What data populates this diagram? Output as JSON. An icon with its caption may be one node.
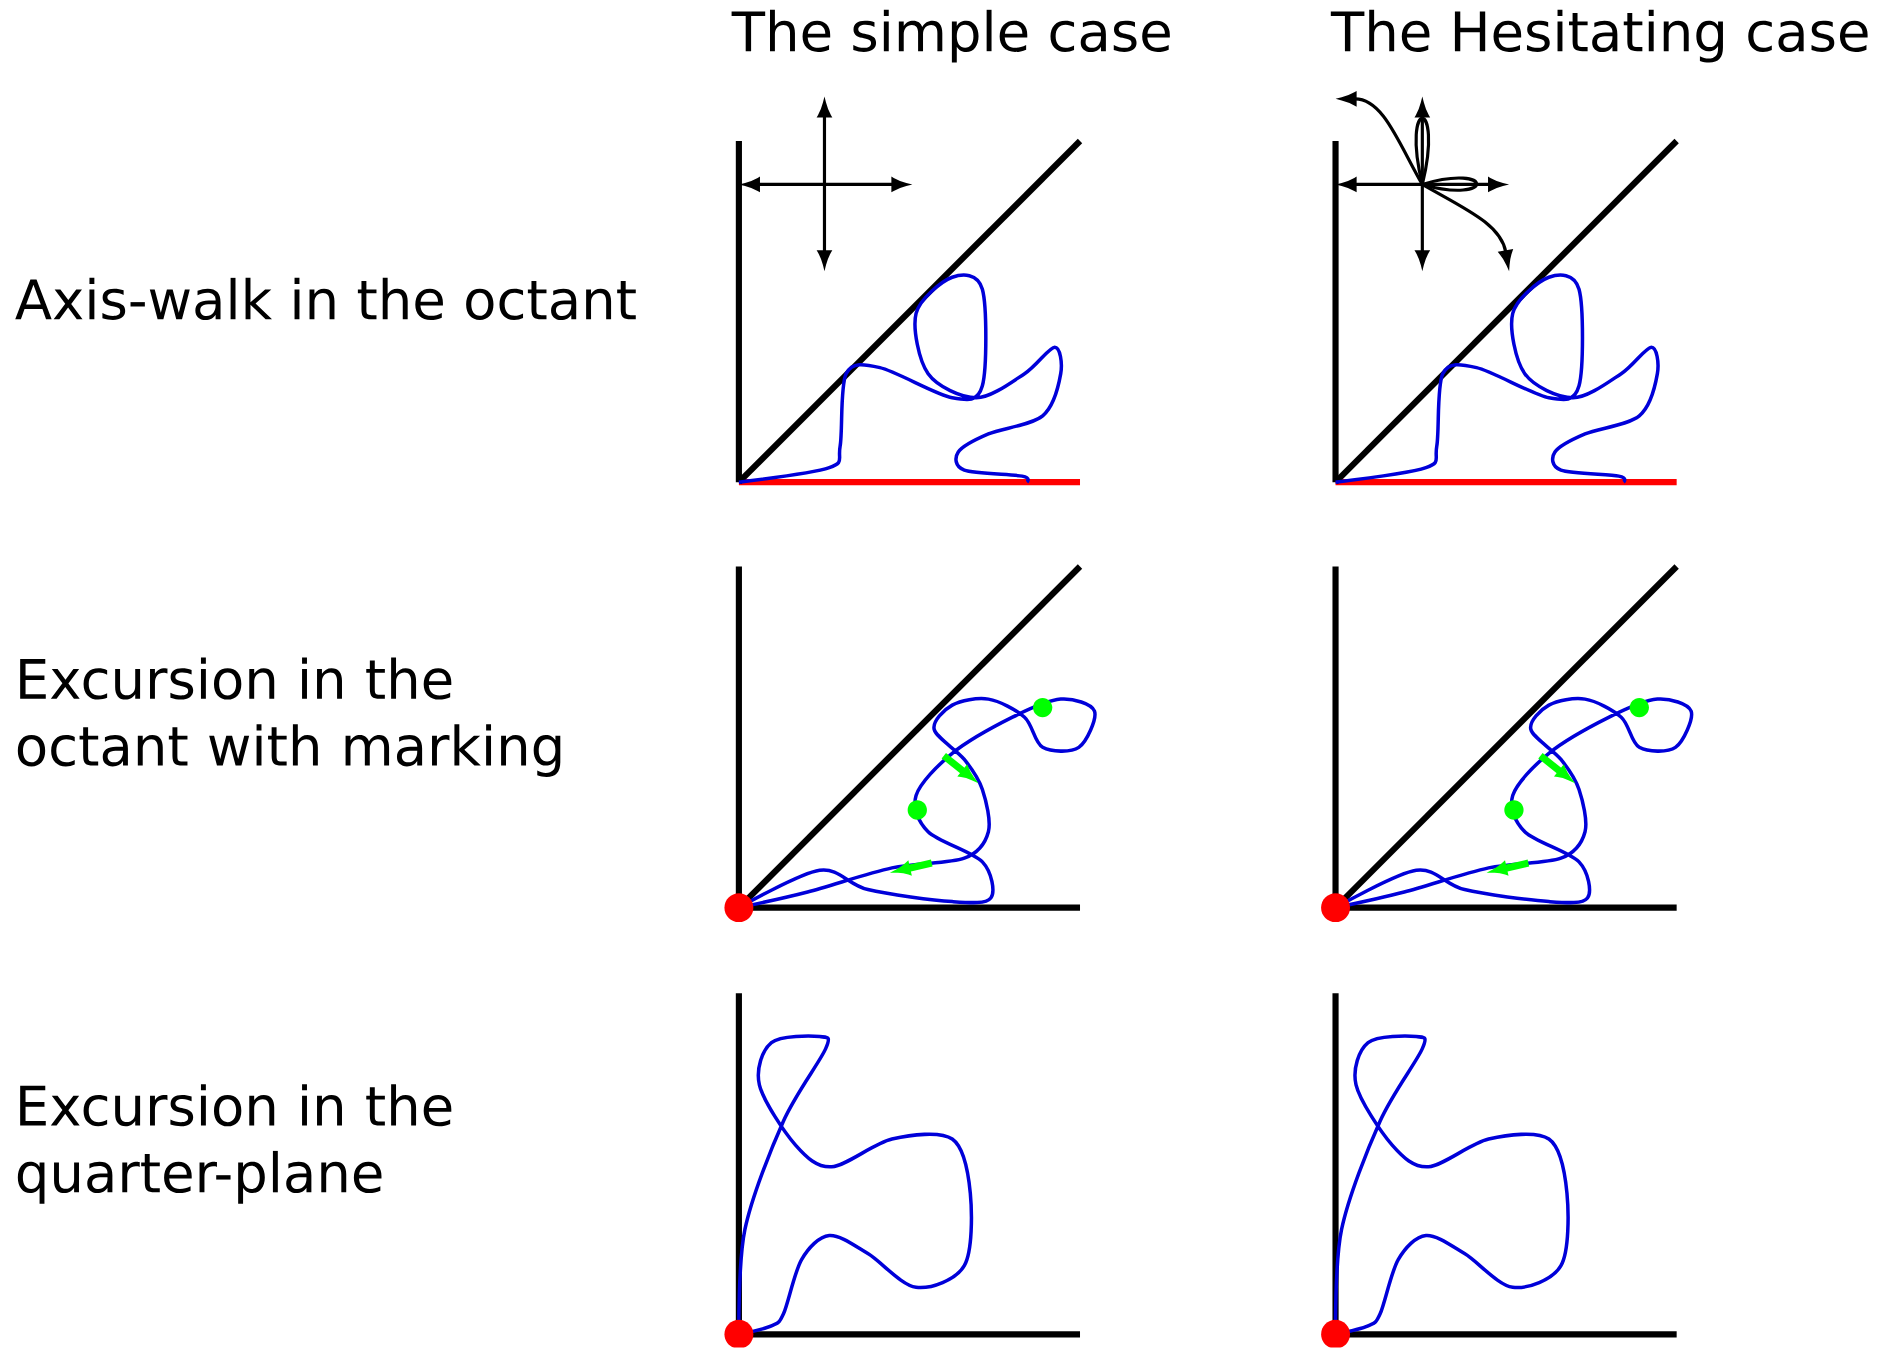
{
  "diagram": {
    "labels": [
      "The simple case",
      "The Hesitating case",
      "Axis-walk in the octant",
      "Excursion in the octant with marking",
      "Excursion in the quarter-plane"
    ]
  }
}
